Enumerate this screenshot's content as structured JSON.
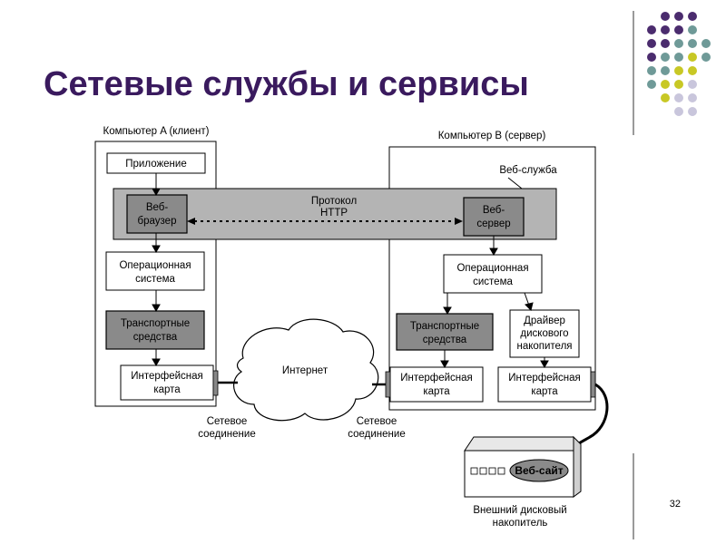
{
  "slide": {
    "title": "Сетевые службы и сервисы",
    "page_number": "32"
  },
  "diagram": {
    "computer_a": "Компьютер A (клиент)",
    "computer_b": "Компьютер B (сервер)",
    "web_service": "Веб-служба",
    "protocol": [
      "Протокол",
      "HTTP"
    ],
    "client": {
      "app": "Приложение",
      "browser": [
        "Веб-",
        "браузер"
      ],
      "os": [
        "Операционная",
        "система"
      ],
      "transport": [
        "Транспортные",
        "средства"
      ],
      "nic": [
        "Интерфейсная",
        "карта"
      ]
    },
    "server": {
      "web_server": [
        "Веб-",
        "сервер"
      ],
      "os": [
        "Операционная",
        "система"
      ],
      "transport": [
        "Транспортные",
        "средства"
      ],
      "driver": [
        "Драйвер",
        "дискового",
        "накопителя"
      ],
      "nic1": [
        "Интерфейсная",
        "карта"
      ],
      "nic2": [
        "Интерфейсная",
        "карта"
      ]
    },
    "internet": "Интернет",
    "net_conn_left": [
      "Сетевое",
      "соединение"
    ],
    "net_conn_right": [
      "Сетевое",
      "соединение"
    ],
    "website": "Веб-сайт",
    "disk": [
      "Внешний дисковый",
      "накопитель"
    ]
  },
  "colors": {
    "title": "#3a1a5e",
    "dot_purple": "#4b2c6e",
    "dot_teal": "#6f9a98",
    "dot_yellow": "#c8c825",
    "dot_lavender": "#c9c6dc"
  }
}
